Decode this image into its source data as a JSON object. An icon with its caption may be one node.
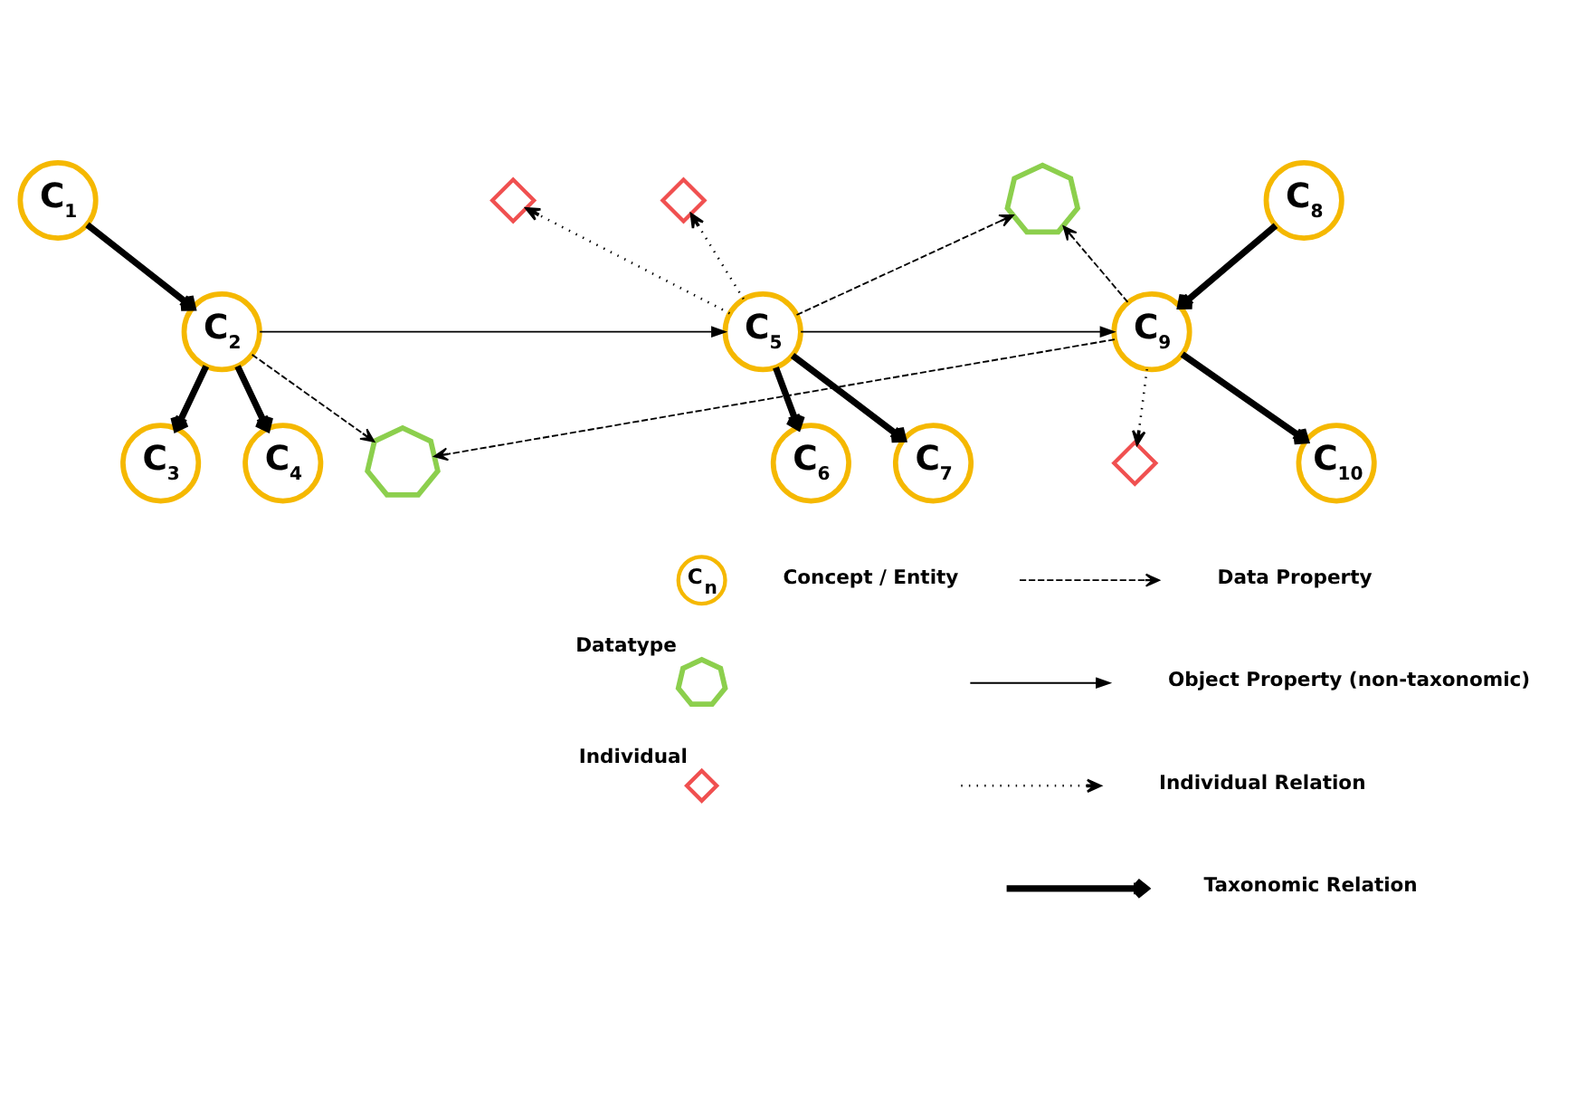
{
  "diagram": {
    "nodes": [
      {
        "text": [
          "C$_{1}$"
        ]
      },
      {
        "text": [
          "C$_{2}$"
        ]
      },
      {
        "text": [
          "C$_{3}$"
        ]
      },
      {
        "text": [
          "C$_{4}$"
        ]
      },
      {
        "text": [],
        "shape": "diamond"
      },
      {
        "text": [],
        "shape": "diamond"
      },
      {
        "text": [
          "C$_{5}$"
        ]
      },
      {
        "text": [
          "C$_{6}$"
        ]
      },
      {
        "text": [
          "C$_{7}$"
        ]
      },
      {
        "text": [],
        "shape": "heptagon"
      },
      {
        "text": [
          "C$_{8}$"
        ]
      },
      {
        "text": [
          "C$_{9}$"
        ]
      },
      {
        "text": [
          "C$_{10}$"
        ]
      },
      {
        "text": [],
        "shape": "diamond"
      },
      {
        "text": [],
        "shape": "heptagon"
      }
    ],
    "edges": [
      {
        "from": 0,
        "to": 1,
        "arrow": "to",
        "style": "thick"
      },
      {
        "from": 1,
        "to": 2,
        "arrow": "to",
        "style": "thick"
      },
      {
        "from": 1,
        "to": 3,
        "arrow": "to",
        "style": "thick"
      },
      {
        "from": 1,
        "to": 6,
        "arrow": "to"
      },
      {
        "from": 1,
        "to": 14,
        "arrow": "to",
        "style": "dashed"
      },
      {
        "from": 6,
        "to": 4,
        "arrow": "to",
        "style": "dashed"
      },
      {
        "from": 6,
        "to": 5,
        "arrow": "to",
        "style": "dashed"
      },
      {
        "from": 6,
        "to": 9,
        "arrow": "to",
        "style": "dashed"
      },
      {
        "from": 6,
        "to": 7,
        "arrow": "to",
        "style": "thick"
      },
      {
        "from": 6,
        "to": 8,
        "arrow": "to",
        "style": "thick"
      },
      {
        "from": 6,
        "to": 11,
        "arrow": "to"
      },
      {
        "from": 11,
        "to": 9,
        "arrow": "to",
        "style": "dashed"
      },
      {
        "from": 11,
        "to": 14,
        "arrow": "to",
        "style": "dashed"
      },
      {
        "from": 10,
        "to": 11,
        "arrow": "to",
        "style": "thick"
      },
      {
        "from": 11,
        "to": 12,
        "arrow": "to",
        "style": "thick"
      },
      {
        "from": 11,
        "to": 13,
        "arrow": "to",
        "style": "dashed"
      }
    ],
    "labels": [
      "C$_{n}$"
    ],
    "legend": [
      {
        "text": "Concept / Entity"
      },
      {
        "text": "Datatype"
      },
      {
        "text": "Individual"
      },
      {
        "text": "Data Property"
      },
      {
        "text": "Object Property (non-taxonomic)"
      },
      {
        "text": "Individual Relation"
      },
      {
        "text": "Taxonomic Relation"
      }
    ]
  }
}
